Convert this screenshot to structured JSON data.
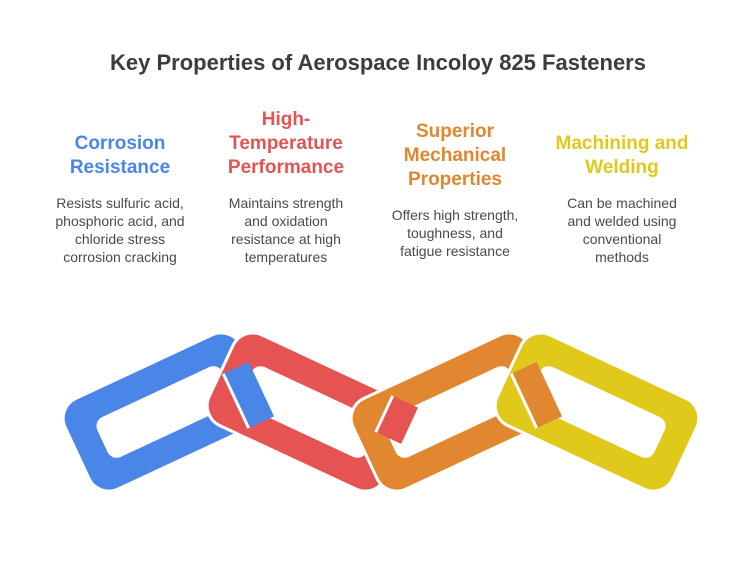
{
  "title": "Key Properties of Aerospace Incoloy 825 Fasteners",
  "properties": [
    {
      "heading_lines": [
        "Corrosion",
        "Resistance"
      ],
      "desc_lines": [
        "Resists sulfuric acid,",
        "phosphoric acid, and",
        "chloride stress",
        "corrosion cracking"
      ],
      "color": "#4a86e8"
    },
    {
      "heading_lines": [
        "High-",
        "Temperature",
        "Performance"
      ],
      "desc_lines": [
        "Maintains strength",
        "and oxidation",
        "resistance at high",
        "temperatures"
      ],
      "color": "#e55353"
    },
    {
      "heading_lines": [
        "Superior",
        "Mechanical",
        "Properties"
      ],
      "desc_lines": [
        "Offers high strength,",
        "toughness, and",
        "fatigue resistance"
      ],
      "color": "#e0872f"
    },
    {
      "heading_lines": [
        "Machining and",
        "Welding"
      ],
      "desc_lines": [
        "Can be machined",
        "and welded using",
        "conventional",
        "methods"
      ],
      "color": "#e0c91a"
    }
  ]
}
